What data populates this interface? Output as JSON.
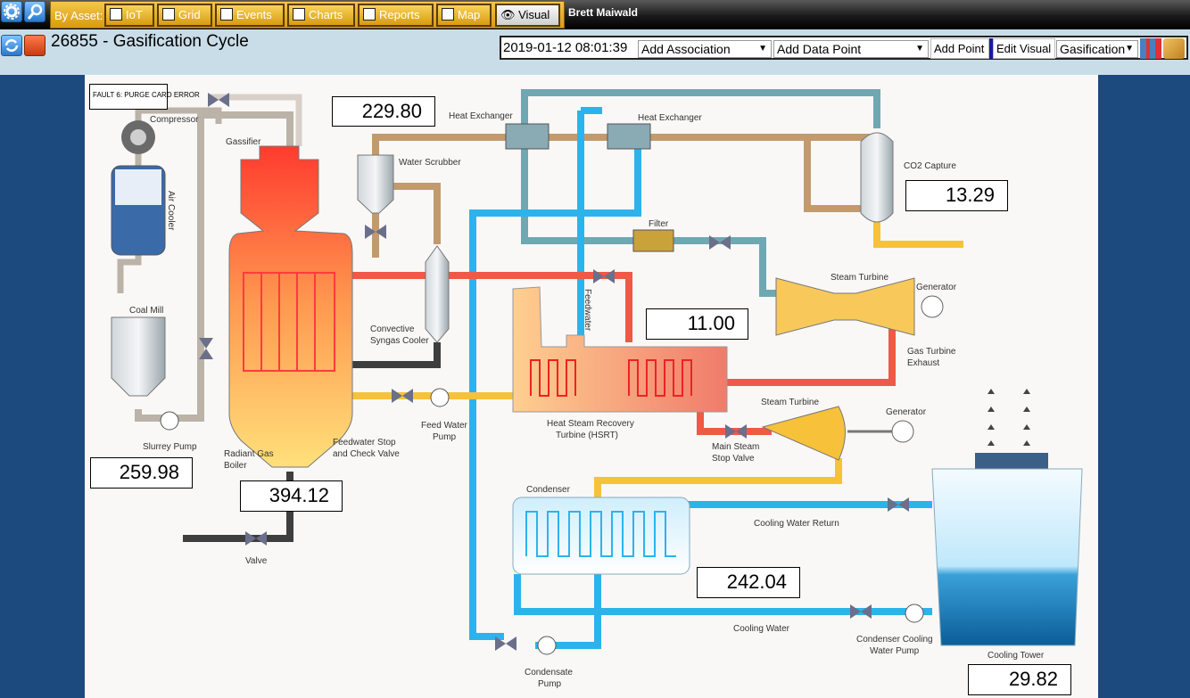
{
  "app": {
    "user_name": "Brett Maiwald"
  },
  "asset_bar": {
    "label": "By Asset:",
    "buttons": [
      {
        "label": "IoT",
        "icon": "iot-icon"
      },
      {
        "label": "Grid",
        "icon": "grid-icon"
      },
      {
        "label": "Events",
        "icon": "calendar-icon"
      },
      {
        "label": "Charts",
        "icon": "chart-icon"
      },
      {
        "label": "Reports",
        "icon": "clipboard-icon"
      },
      {
        "label": "Map",
        "icon": "map-icon"
      },
      {
        "label": "Visual",
        "icon": "eye-icon",
        "active": true
      }
    ]
  },
  "header": {
    "title": "26855 - Gasification Cycle",
    "timestamp": "2019-01-12 08:01:39",
    "add_association": "Add Association",
    "add_data_point": "Add Data Point",
    "add_point_button": "Add Point",
    "edit_visual_button": "Edit Visual",
    "visual_select": "Gasification"
  },
  "diagram": {
    "fault_message": "FAULT 6: PURGE CARD ERROR",
    "readings": {
      "water_scrubber": "229.80",
      "co2_capture": "13.29",
      "hsrt": "11.00",
      "slurry_pump": "259.98",
      "boiler": "394.12",
      "condenser": "242.04",
      "cooling_tower": "29.82"
    },
    "labels": {
      "compressor": "Compressor",
      "gassifier": "Gassifier",
      "air_cooler": "Air Cooler",
      "coal_mill": "Coal Mill",
      "slurry_pump": "Slurrey Pump",
      "radiant_gas_boiler_1": "Radiant Gas",
      "radiant_gas_boiler_2": "Boiler",
      "valve": "Valve",
      "water_scrubber": "Water Scrubber",
      "heat_exchanger_1": "Heat Exchanger",
      "heat_exchanger_2": "Heat Exchanger",
      "co2_capture": "CO2 Capture",
      "filter": "Filter",
      "steam_turbine_1": "Steam Turbine",
      "generator_1": "Generator",
      "feedwater": "Feedwater",
      "convective_1": "Convective",
      "convective_2": "Syngas Cooler",
      "gas_turbine_1": "Gas Turbine",
      "gas_turbine_2": "Exhaust",
      "feedwater_stop_1": "Feedwater Stop",
      "feedwater_stop_2": "and Check Valve",
      "feed_water_pump_1": "Feed Water",
      "feed_water_pump_2": "Pump",
      "hsrt_1": "Heat Steam Recovery",
      "hsrt_2": "Turbine (HSRT)",
      "steam_turbine_2": "Steam Turbine",
      "generator_2": "Generator",
      "main_steam_1": "Main Steam",
      "main_steam_2": "Stop Valve",
      "condenser": "Condenser",
      "cooling_water_return": "Cooling Water Return",
      "cooling_water": "Cooling Water",
      "condenser_cooling_1": "Condenser Cooling",
      "condenser_cooling_2": "Water Pump",
      "condensate_1": "Condensate",
      "condensate_2": "Pump",
      "cooling_tower": "Cooling Tower"
    }
  }
}
